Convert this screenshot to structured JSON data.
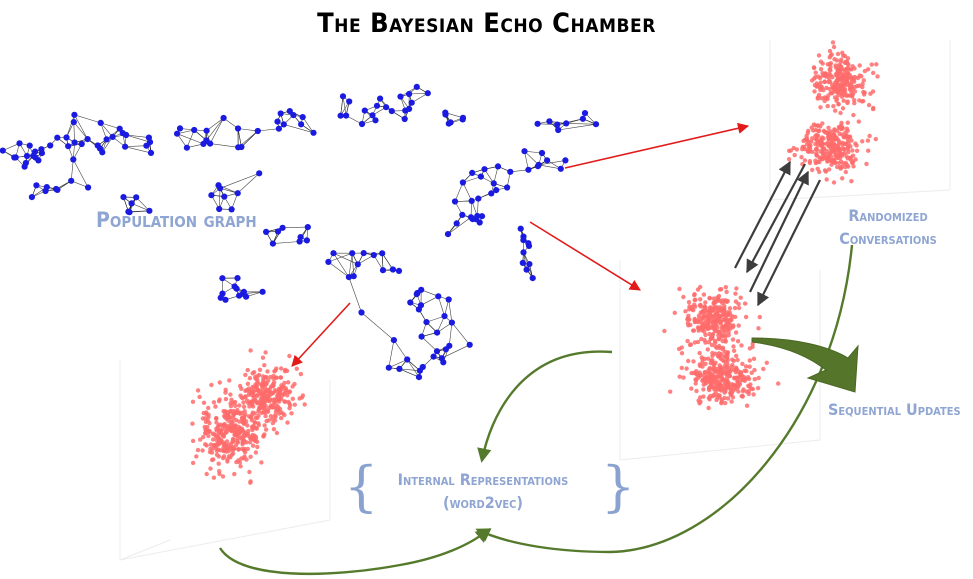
{
  "title": "The Bayesian Echo Chamber",
  "labels": {
    "population_graph": "Population graph",
    "randomized_line1": "Randomized",
    "randomized_line2": "Conversations",
    "sequential_updates": "Sequential Updates",
    "internal_line1": "Internal Representations",
    "internal_line2": "(word2vec)"
  },
  "colors": {
    "node": "#1a1ae0",
    "edge": "#222222",
    "cloud_point": "#ff6b6b",
    "red_arrow": "#e31a1a",
    "gray_arrow": "#3d3d3d",
    "green_arrow": "#557a2c",
    "label": "#8fa5d2"
  }
}
